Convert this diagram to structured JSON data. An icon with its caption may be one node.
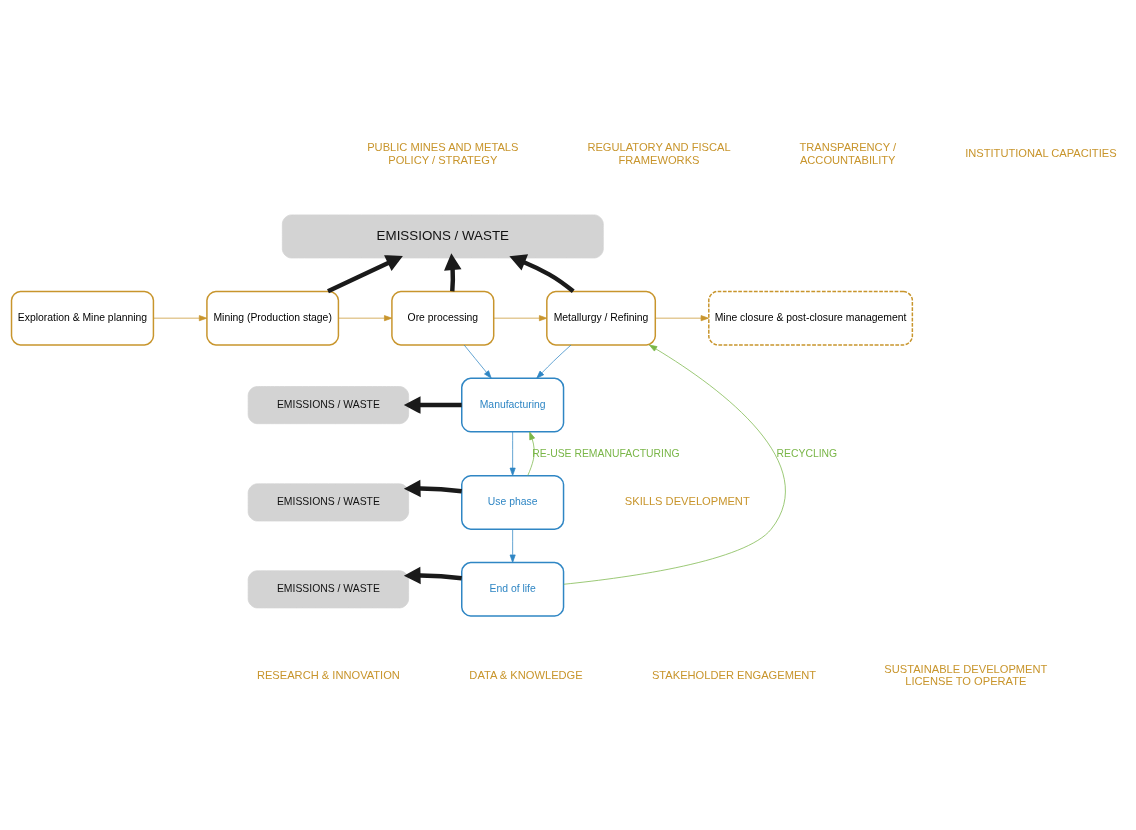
{
  "diagram": {
    "nodes": [
      {
        "text": [
          "EMISSIONS / WASTE"
        ]
      },
      {
        "text": [
          "Exploration & Mine planning"
        ]
      },
      {
        "text": [
          "Mining (Production stage)"
        ]
      },
      {
        "text": [
          "Ore processing"
        ]
      },
      {
        "text": [
          "Metallurgy / Refining"
        ]
      },
      {
        "text": [
          "Mine closure & post-closure management"
        ]
      },
      {
        "text": [
          "EMISSIONS / WASTE"
        ]
      },
      {
        "text": [
          "Manufacturing"
        ]
      },
      {
        "text": [
          "EMISSIONS / WASTE"
        ]
      },
      {
        "text": [
          "Use phase"
        ]
      },
      {
        "text": [
          "EMISSIONS / WASTE"
        ]
      },
      {
        "text": [
          "End of life"
        ]
      }
    ],
    "edges": [
      {
        "from": 1,
        "to": 2,
        "arrow": "to",
        "color": "#c8952c"
      },
      {
        "from": 2,
        "to": 3,
        "arrow": "to",
        "color": "#c8952c"
      },
      {
        "from": 3,
        "to": 4,
        "arrow": "to",
        "color": "#c8952c"
      },
      {
        "from": 4,
        "to": 5,
        "arrow": "to",
        "color": "#c8952c"
      },
      {
        "from": 2,
        "to": 0,
        "arrow": "to",
        "style": "thick"
      },
      {
        "from": 3,
        "to": 0,
        "arrow": "to",
        "style": "thick"
      },
      {
        "from": 4,
        "to": 0,
        "arrow": "to",
        "style": "thick"
      },
      {
        "from": 3,
        "to": 7,
        "arrow": "to",
        "color": "#2f86c4"
      },
      {
        "from": 4,
        "to": 7,
        "arrow": "to",
        "color": "#2f86c4"
      },
      {
        "from": 7,
        "to": 6,
        "arrow": "to",
        "style": "thick"
      },
      {
        "from": 7,
        "to": 9,
        "arrow": "to",
        "color": "#2f86c4"
      },
      {
        "from": 9,
        "to": 7,
        "arrow": "to",
        "label": "RE-USE REMANUFACTURING",
        "color": "#7ab648"
      },
      {
        "from": 9,
        "to": 8,
        "arrow": "to",
        "style": "thick"
      },
      {
        "from": 9,
        "to": 11,
        "arrow": "to",
        "color": "#2f86c4"
      },
      {
        "from": 11,
        "to": 10,
        "arrow": "to",
        "style": "thick"
      },
      {
        "from": 11,
        "to": 4,
        "arrow": "to",
        "label": "RECYCLING",
        "color": "#7ab648"
      }
    ],
    "labels": [
      "PUBLIC MINES AND METALS POLICY / STRATEGY",
      "REGULATORY AND FISCAL FRAMEWORKS",
      "TRANSPARENCY / ACCOUNTABILITY",
      "INSTITUTIONAL CAPACITIES",
      "SKILLS DEVELOPMENT",
      "RESEARCH & INNOVATION",
      "DATA & KNOWLEDGE",
      "STAKEHOLDER ENGAGEMENT",
      "SUSTAINABLE DEVELOPMENT LICENSE TO OPERATE"
    ]
  }
}
